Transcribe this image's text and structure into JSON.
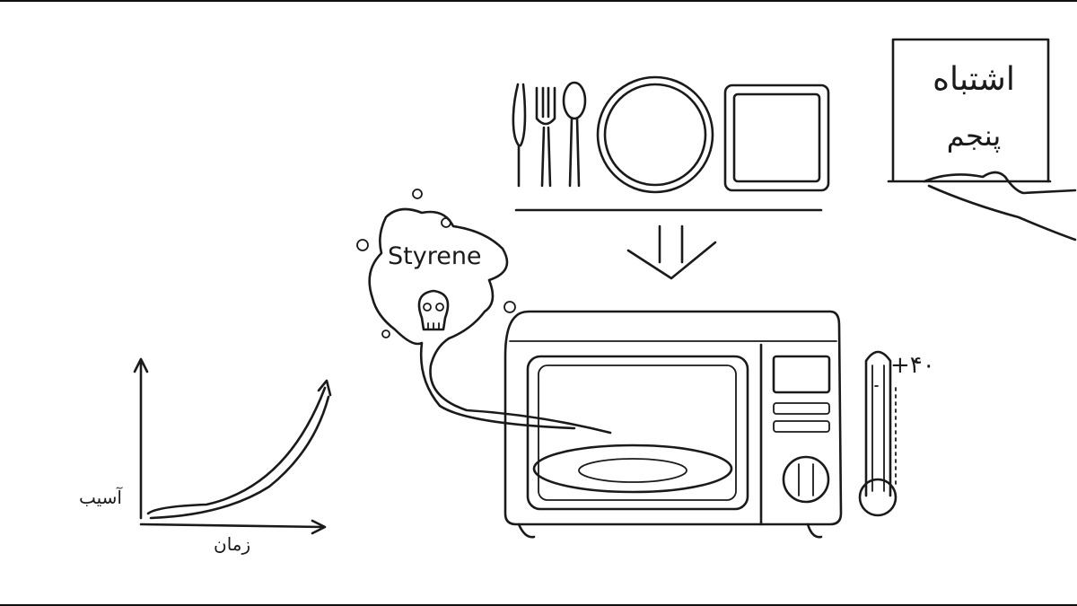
{
  "sign": {
    "line1": "اشتباه",
    "line2": "پنجم"
  },
  "gas_cloud": {
    "label": "Styrene",
    "icon": "skull-icon"
  },
  "thermometer": {
    "label": "+۴۰"
  },
  "graph": {
    "y_label": "آسیب",
    "x_label": "زمان"
  },
  "colors": {
    "ink": "#1a1a1a",
    "background": "#ffffff"
  }
}
